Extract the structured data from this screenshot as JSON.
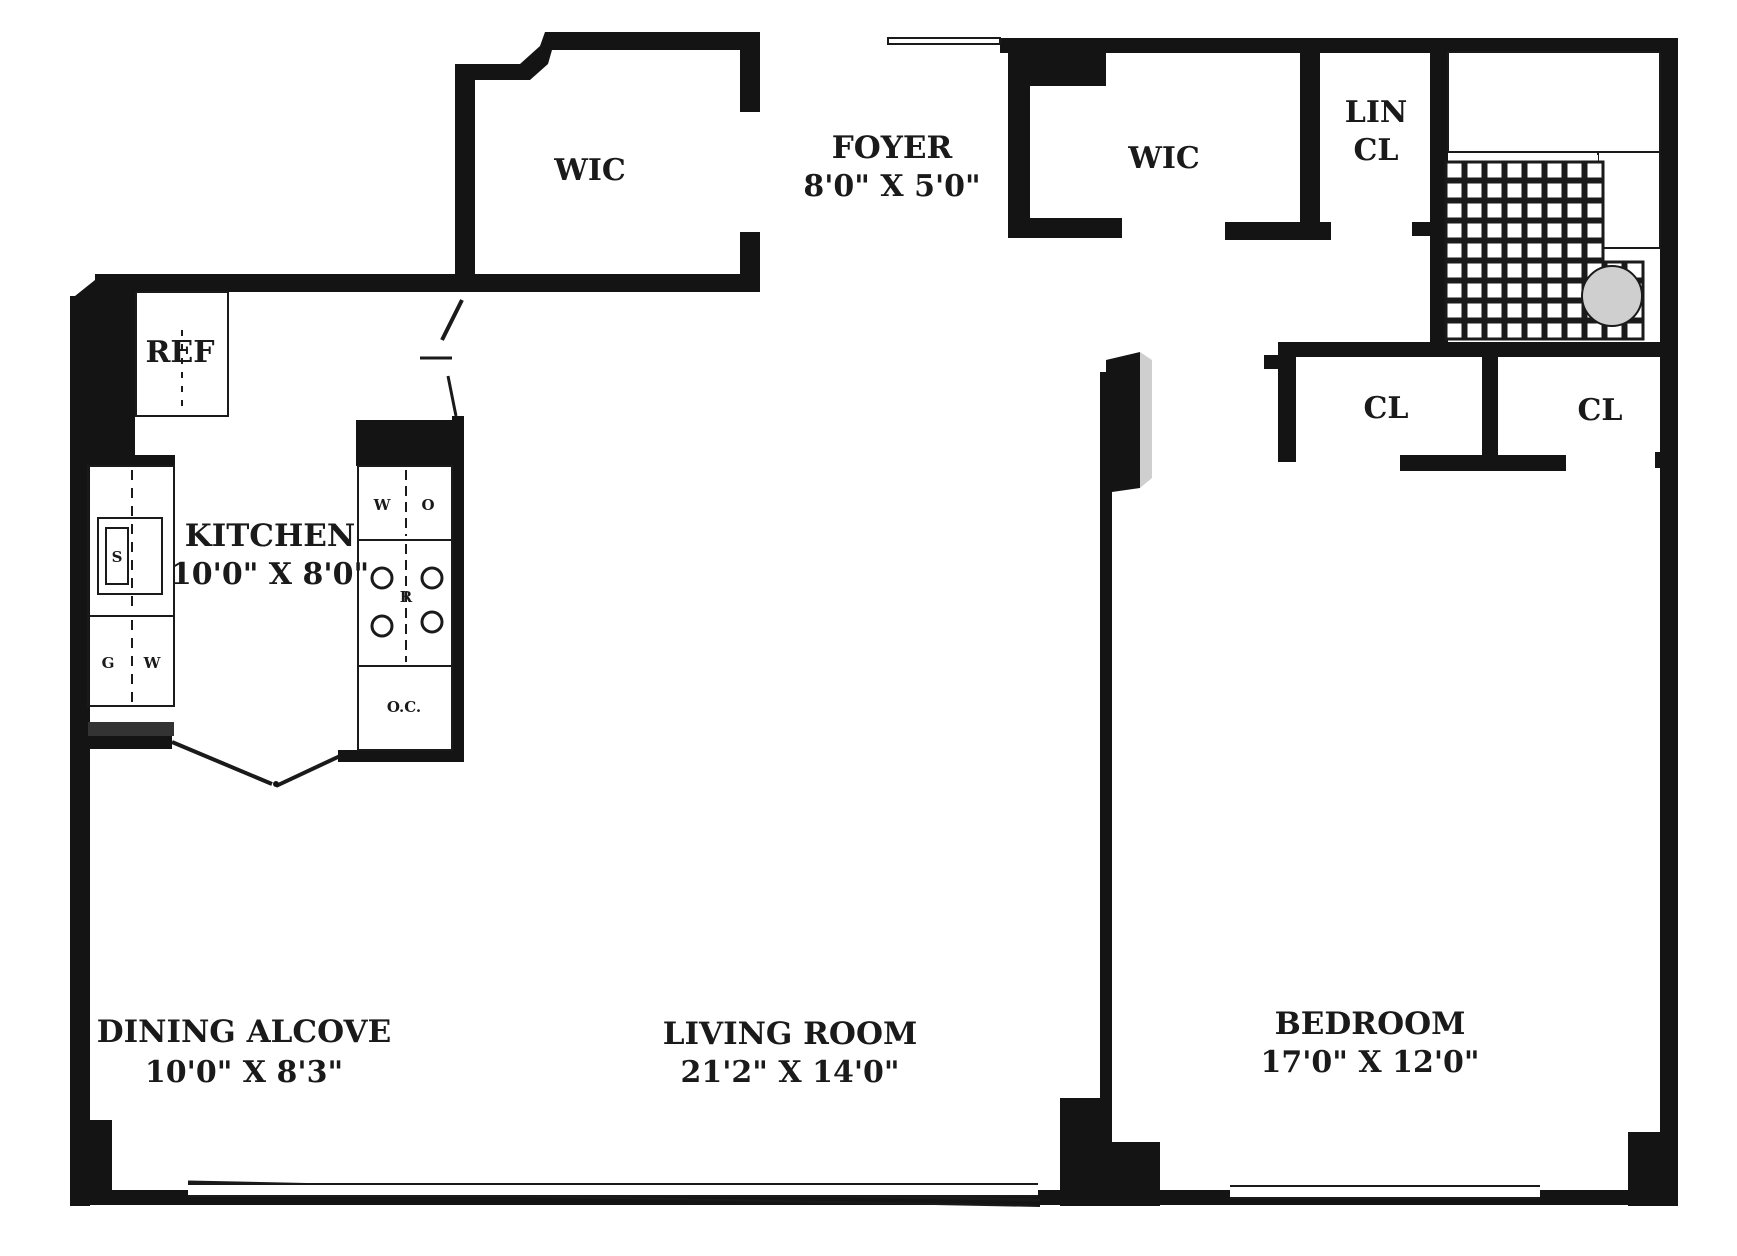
{
  "rooms": {
    "wic_left": {
      "name": "WIC"
    },
    "foyer": {
      "name": "FOYER",
      "dimensions": "8'0\" X 5'0\""
    },
    "wic_right": {
      "name": "WIC"
    },
    "linen_closet": {
      "line1": "LIN",
      "line2": "CL"
    },
    "ref": {
      "name": "REF"
    },
    "kitchen": {
      "name": "KITCHEN",
      "dimensions": "10'0\" X 8'0\""
    },
    "closet_left": {
      "name": "CL"
    },
    "closet_right": {
      "name": "CL"
    },
    "dining": {
      "name": "DINING ALCOVE",
      "dimensions": "10'0\"  X  8'3\""
    },
    "living": {
      "name": "LIVING ROOM",
      "dimensions": "21'2\" X 14'0\""
    },
    "bedroom": {
      "name": "BEDROOM",
      "dimensions": "17'0\" X 12'0\""
    }
  },
  "appliances": {
    "sink": "S",
    "dishwasher_left": "G",
    "dishwasher_right": "W",
    "oven_left": "W",
    "oven_right": "O",
    "range": "R",
    "cabinet": "O.C."
  },
  "colors": {
    "wall": "#141414",
    "background": "#ffffff"
  }
}
